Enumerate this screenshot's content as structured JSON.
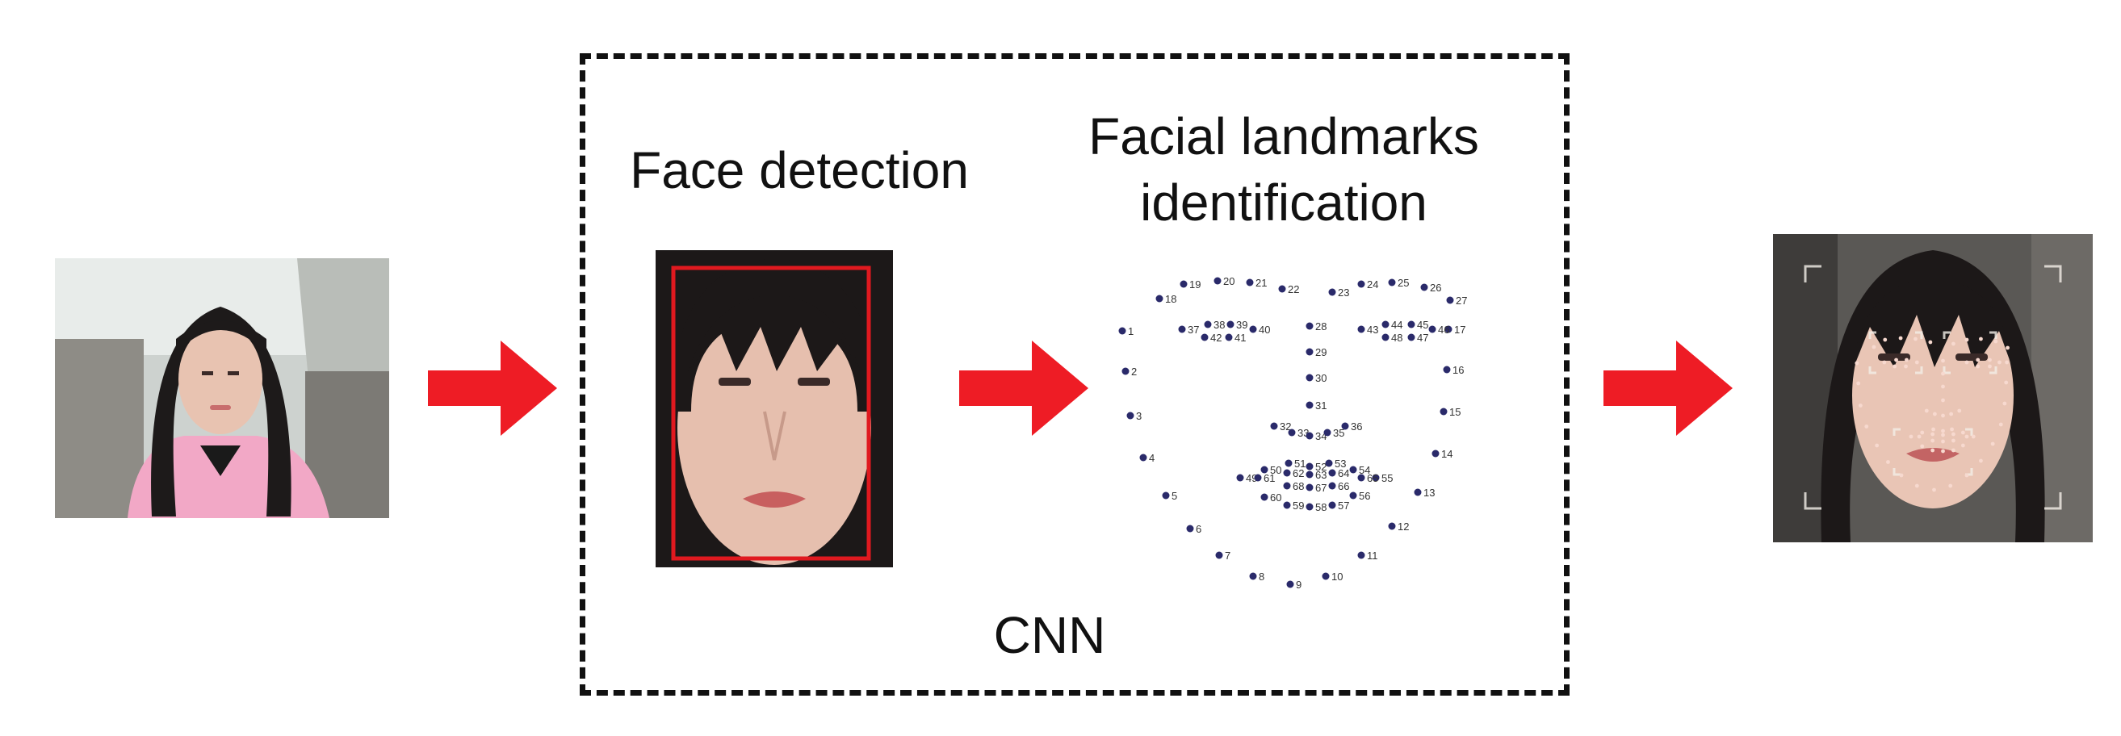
{
  "labels": {
    "face_detection": "Face detection",
    "landmarks_line1": "Facial landmarks",
    "landmarks_line2": "identification",
    "cnn": "CNN"
  },
  "colors": {
    "arrow": "#ee1c25",
    "detection_box": "#e0191f",
    "landmark_dot": "#2a2a6a",
    "landmark_text": "#333333"
  },
  "landmark_numbers": [
    "1",
    "2",
    "3",
    "4",
    "5",
    "6",
    "7",
    "8",
    "9",
    "10",
    "11",
    "12",
    "13",
    "14",
    "15",
    "16",
    "17",
    "18",
    "19",
    "20",
    "21",
    "22",
    "23",
    "24",
    "25",
    "26",
    "27",
    "28",
    "29",
    "30",
    "31",
    "32",
    "33",
    "34",
    "35",
    "36",
    "37",
    "38",
    "39",
    "40",
    "41",
    "42",
    "43",
    "44",
    "45",
    "46",
    "47",
    "48",
    "49",
    "50",
    "51",
    "52",
    "53",
    "54",
    "55",
    "56",
    "57",
    "58",
    "59",
    "60",
    "61",
    "62",
    "63",
    "64",
    "65",
    "66",
    "67",
    "68"
  ]
}
